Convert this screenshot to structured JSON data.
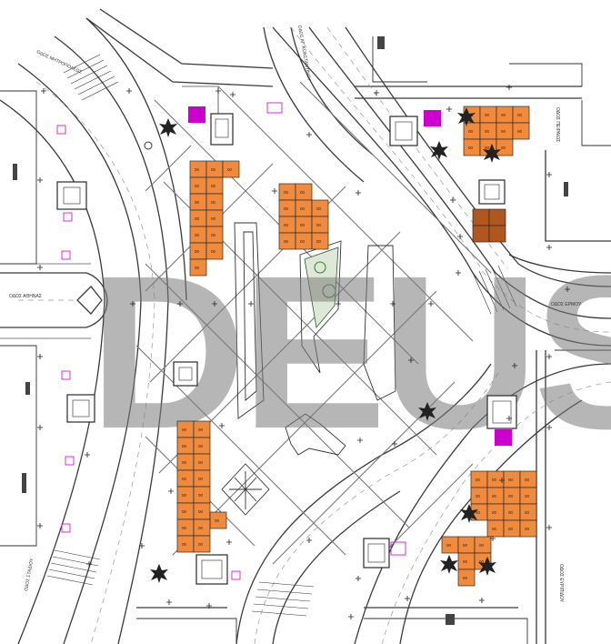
{
  "watermark": "DEUST",
  "street_labels": {
    "athinas": "ΟΔΟΣ ΑΘΗΝΑΣ",
    "ermou": "ΟΔΟΣ ΕΡΜΟΥ",
    "left_top": "ΟΔΟΣ ΜΗΤΡΟΠΟΛΕΩΣ",
    "right_top": "ΟΔΟΣ ΑΓ. ΚΩΝΣΤΑΝΤΙΝΟΥ",
    "right_mid": "ΟΔΟΣ ΠΕΙΡΑΙΩΣ",
    "bottom_left": "ΟΔΟΣ ΣΤΑΔΙΟΥ",
    "bottom_right": "ΟΔΟΣ ΕΥΡΙΠΙΔΟΥ"
  },
  "stall_label": "00",
  "colors": {
    "stall_fill": "#f08a3c",
    "stall_dark": "#b0561f",
    "marker": "#cc00cc",
    "tree": "#222222",
    "watermark": "#7a7a7a"
  },
  "icons": [
    "tree-icon",
    "kiosk-icon",
    "marker-square-icon",
    "magenta-block-icon"
  ]
}
